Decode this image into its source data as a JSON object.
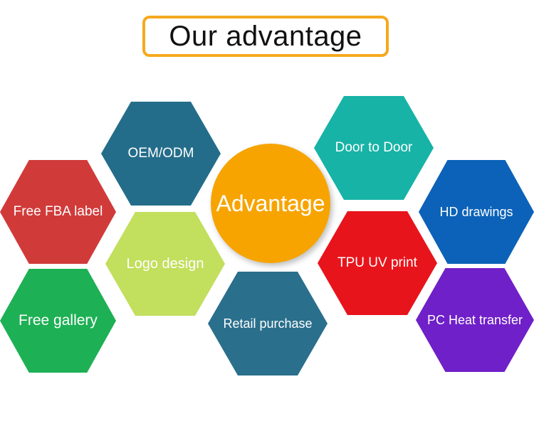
{
  "title": "Our advantage",
  "center_label": "Advantage",
  "items": {
    "oem_odm": "OEM/ODM",
    "free_fba_label": "Free FBA label",
    "logo_design": "Logo design",
    "free_gallery": "Free gallery",
    "retail_purchase": "Retail purchase",
    "door_to_door": "Door to Door",
    "tpu_uv_print": "TPU UV print",
    "hd_drawings": "HD drawings",
    "pc_heat_transfer": "PC Heat transfer"
  },
  "colors": {
    "title_border": "#f5a91e",
    "center": "#f7a400",
    "oem_odm": "#236d8a",
    "free_fba_label": "#d03b3a",
    "logo_design": "#c2df5d",
    "free_gallery": "#1db054",
    "retail_purchase": "#2a6f8c",
    "door_to_door": "#17b3a6",
    "tpu_uv_print": "#e8141b",
    "hd_drawings": "#0b62b8",
    "pc_heat_transfer": "#6f20c8"
  }
}
